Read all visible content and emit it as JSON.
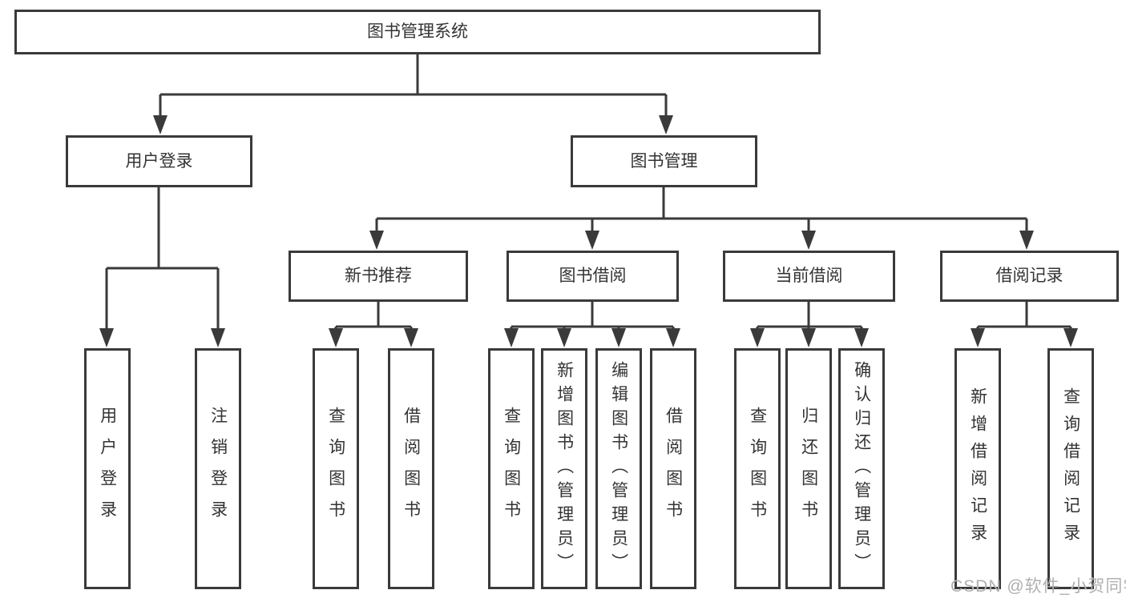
{
  "tree": {
    "root": {
      "label": "图书管理系统"
    },
    "branches": [
      {
        "label": "用户登录",
        "children": [
          {
            "label": "用户登录"
          },
          {
            "label": "注销登录"
          }
        ]
      },
      {
        "label": "图书管理",
        "groups": [
          {
            "label": "新书推荐",
            "children": [
              {
                "label": "查询图书"
              },
              {
                "label": "借阅图书"
              }
            ]
          },
          {
            "label": "图书借阅",
            "children": [
              {
                "label": "查询图书"
              },
              {
                "label": "新增图书（管理员）"
              },
              {
                "label": "编辑图书（管理员）"
              },
              {
                "label": "借阅图书"
              }
            ]
          },
          {
            "label": "当前借阅",
            "children": [
              {
                "label": "查询图书"
              },
              {
                "label": "归还图书"
              },
              {
                "label": "确认归还（管理员）"
              }
            ]
          },
          {
            "label": "借阅记录",
            "children": [
              {
                "label": "新增借阅记录"
              },
              {
                "label": "查询借阅记录"
              }
            ]
          }
        ]
      }
    ]
  },
  "watermark": {
    "text": "CSDN @软件_小贺同学"
  },
  "colors": {
    "line": "#3a3a3a",
    "text": "#333333",
    "watermark": "#b0b0b0",
    "background": "#ffffff"
  }
}
